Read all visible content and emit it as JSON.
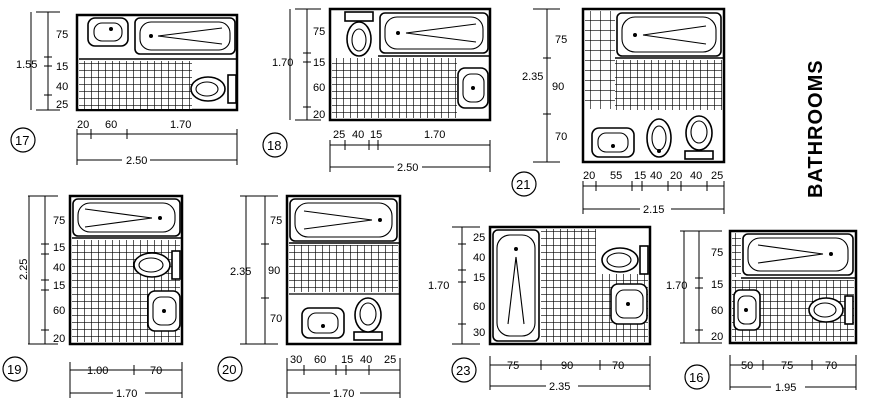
{
  "title": "BATHROOMS",
  "plans": [
    {
      "id": "17",
      "vertical": {
        "total": "1.55",
        "parts": [
          "75",
          "15",
          "40",
          "25"
        ]
      },
      "bottom_parts": [
        "20",
        "60",
        "1.70"
      ],
      "bottom_total": "2.50"
    },
    {
      "id": "18",
      "vertical": {
        "total": "1.70",
        "parts": [
          "75",
          "15",
          "60",
          "20"
        ]
      },
      "bottom_parts": [
        "25",
        "40",
        "15",
        "1.70"
      ],
      "bottom_total": "2.50"
    },
    {
      "id": "21",
      "vertical": {
        "total": "2.35",
        "parts": [
          "75",
          "90",
          "70"
        ]
      },
      "bottom_parts": [
        "20",
        "55",
        "15",
        "40",
        "20",
        "40",
        "25"
      ],
      "bottom_total": "2.15"
    },
    {
      "id": "19",
      "vertical": {
        "total": "2.25",
        "parts": [
          "75",
          "15",
          "40",
          "15",
          "60",
          "20"
        ]
      },
      "bottom_parts": [
        "1.00",
        "70"
      ],
      "bottom_total": "1.70"
    },
    {
      "id": "20",
      "vertical": {
        "total": "2.35",
        "parts": [
          "75",
          "90",
          "70"
        ]
      },
      "bottom_parts": [
        "30",
        "60",
        "15",
        "40",
        "25"
      ],
      "bottom_total": "1.70"
    },
    {
      "id": "23",
      "vertical": {
        "total": "1.70",
        "parts": [
          "25",
          "40",
          "15",
          "60",
          "30"
        ]
      },
      "bottom_parts": [
        "75",
        "90",
        "70"
      ],
      "bottom_total": "2.35"
    },
    {
      "id": "16",
      "vertical": {
        "total": "1.70",
        "parts": [
          "75",
          "15",
          "60",
          "20"
        ]
      },
      "bottom_parts": [
        "50",
        "75",
        "70"
      ],
      "bottom_total": "1.95"
    }
  ]
}
